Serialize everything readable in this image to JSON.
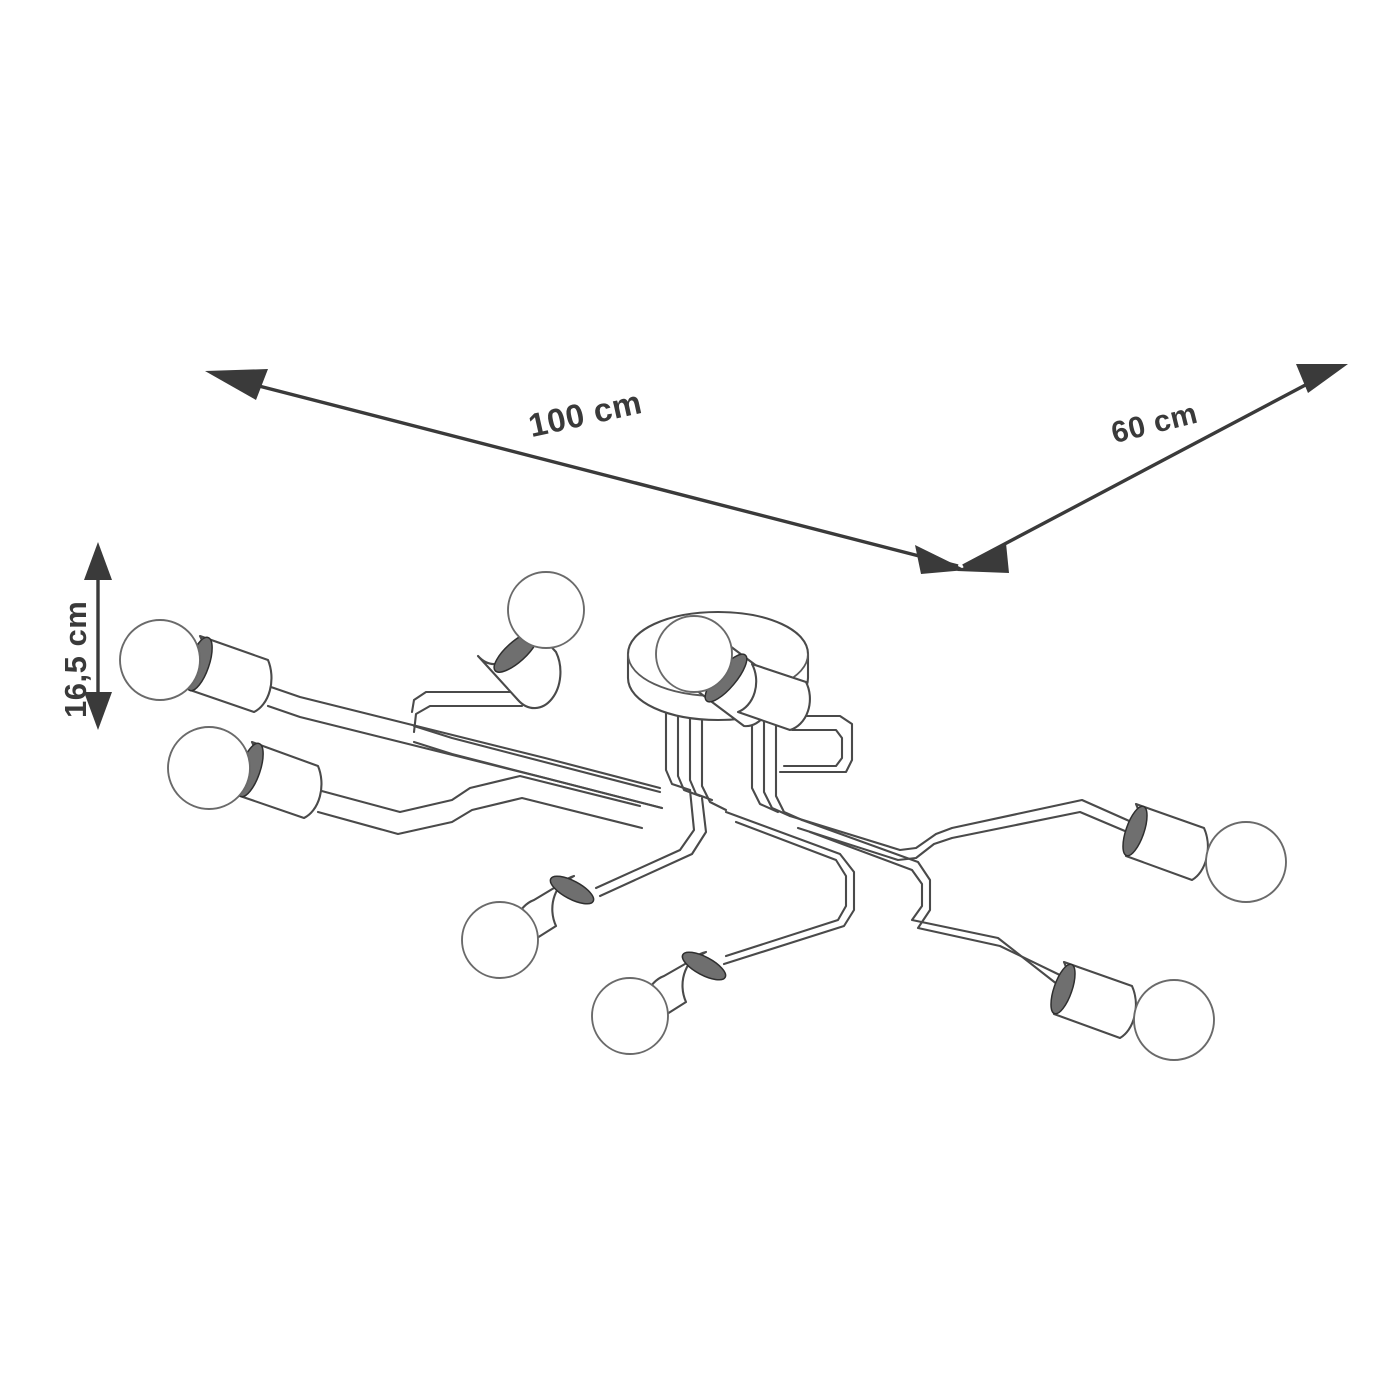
{
  "drawing": {
    "type": "technical-dimension-drawing",
    "subject": "8-light ceiling lamp with globe bulbs on bent arms",
    "view": "isometric perspective",
    "background_color": "#ffffff",
    "line_color": "#3f3f3f",
    "arrow_color": "#3a3a3a",
    "product": {
      "bulb_count": 8,
      "bulb_shape": "globe",
      "mount": "flush ceiling canopy",
      "arm_style": "bent tube"
    }
  },
  "dimensions": {
    "width": {
      "name": "width",
      "value": "100",
      "unit": "cm",
      "label": "100 cm",
      "axis": "horizontal-left"
    },
    "depth": {
      "name": "depth",
      "value": "60",
      "unit": "cm",
      "label": "60 cm",
      "axis": "diagonal-right"
    },
    "height": {
      "name": "height",
      "value": "16,5",
      "unit": "cm",
      "label": "16,5 cm",
      "axis": "vertical"
    }
  },
  "icons": {
    "arrow_width_start": "arrow-left-icon",
    "arrow_width_end": "arrow-right-icon",
    "arrow_depth_start": "arrow-down-left-icon",
    "arrow_depth_end": "arrow-up-right-icon",
    "arrow_height_top": "arrow-up-icon",
    "arrow_height_bottom": "arrow-down-icon"
  }
}
